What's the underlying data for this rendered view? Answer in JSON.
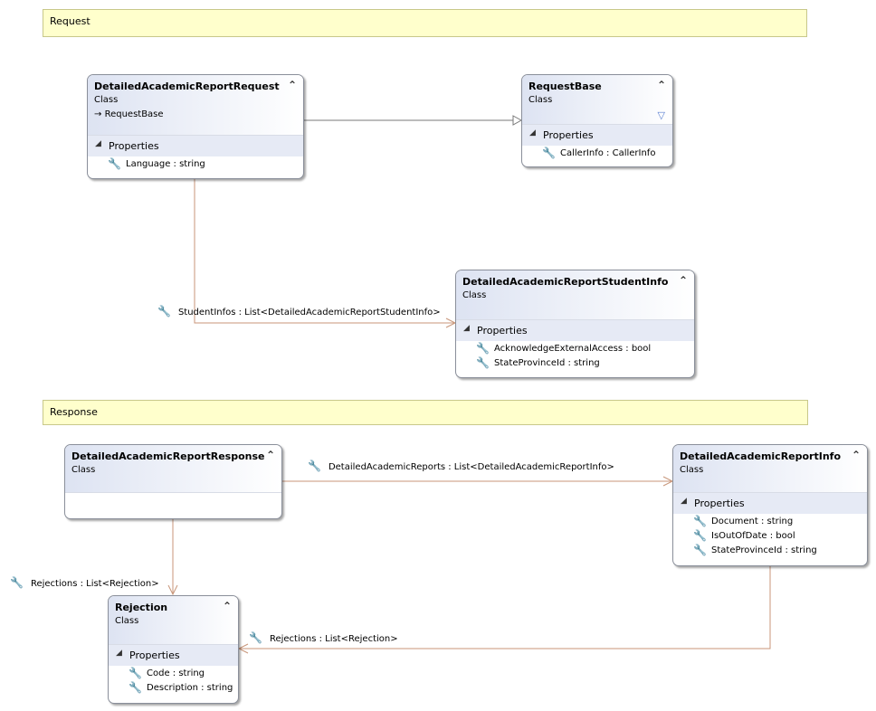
{
  "comments": {
    "request": "Request",
    "response": "Response"
  },
  "classes": {
    "report_request": {
      "name": "DetailedAcademicReportRequest",
      "stereotype": "Class",
      "base": "RequestBase",
      "compartment": "Properties",
      "properties": [
        "Language : string"
      ]
    },
    "request_base": {
      "name": "RequestBase",
      "stereotype": "Class",
      "compartment": "Properties",
      "properties": [
        "CallerInfo : CallerInfo"
      ]
    },
    "student_info": {
      "name": "DetailedAcademicReportStudentInfo",
      "stereotype": "Class",
      "compartment": "Properties",
      "properties": [
        "AcknowledgeExternalAccess : bool",
        "StateProvinceId : string"
      ]
    },
    "report_response": {
      "name": "DetailedAcademicReportResponse",
      "stereotype": "Class"
    },
    "report_info": {
      "name": "DetailedAcademicReportInfo",
      "stereotype": "Class",
      "compartment": "Properties",
      "properties": [
        "Document : string",
        "IsOutOfDate : bool",
        "StateProvinceId : string"
      ]
    },
    "rejection": {
      "name": "Rejection",
      "stereotype": "Class",
      "compartment": "Properties",
      "properties": [
        "Code : string",
        "Description : string"
      ]
    }
  },
  "associations": {
    "student_infos": "StudentInfos : List<DetailedAcademicReportStudentInfo>",
    "detailed_reports": "DetailedAcademicReports : List<DetailedAcademicReportInfo>",
    "response_rejections": "Rejections : List<Rejection>",
    "info_rejections": "Rejections : List<Rejection>"
  },
  "colors": {
    "association_line": "#c8967a",
    "inheritance_line": "#7a7a7a",
    "comment_fill": "#ffffcc",
    "header_gradient": "#dde3f2"
  },
  "icons": {
    "collapse": "double-chevron-up-icon",
    "property": "wrench-icon",
    "inherit": "arrow-right-icon",
    "filter": "filter-icon",
    "expand": "triangle-down-icon"
  }
}
